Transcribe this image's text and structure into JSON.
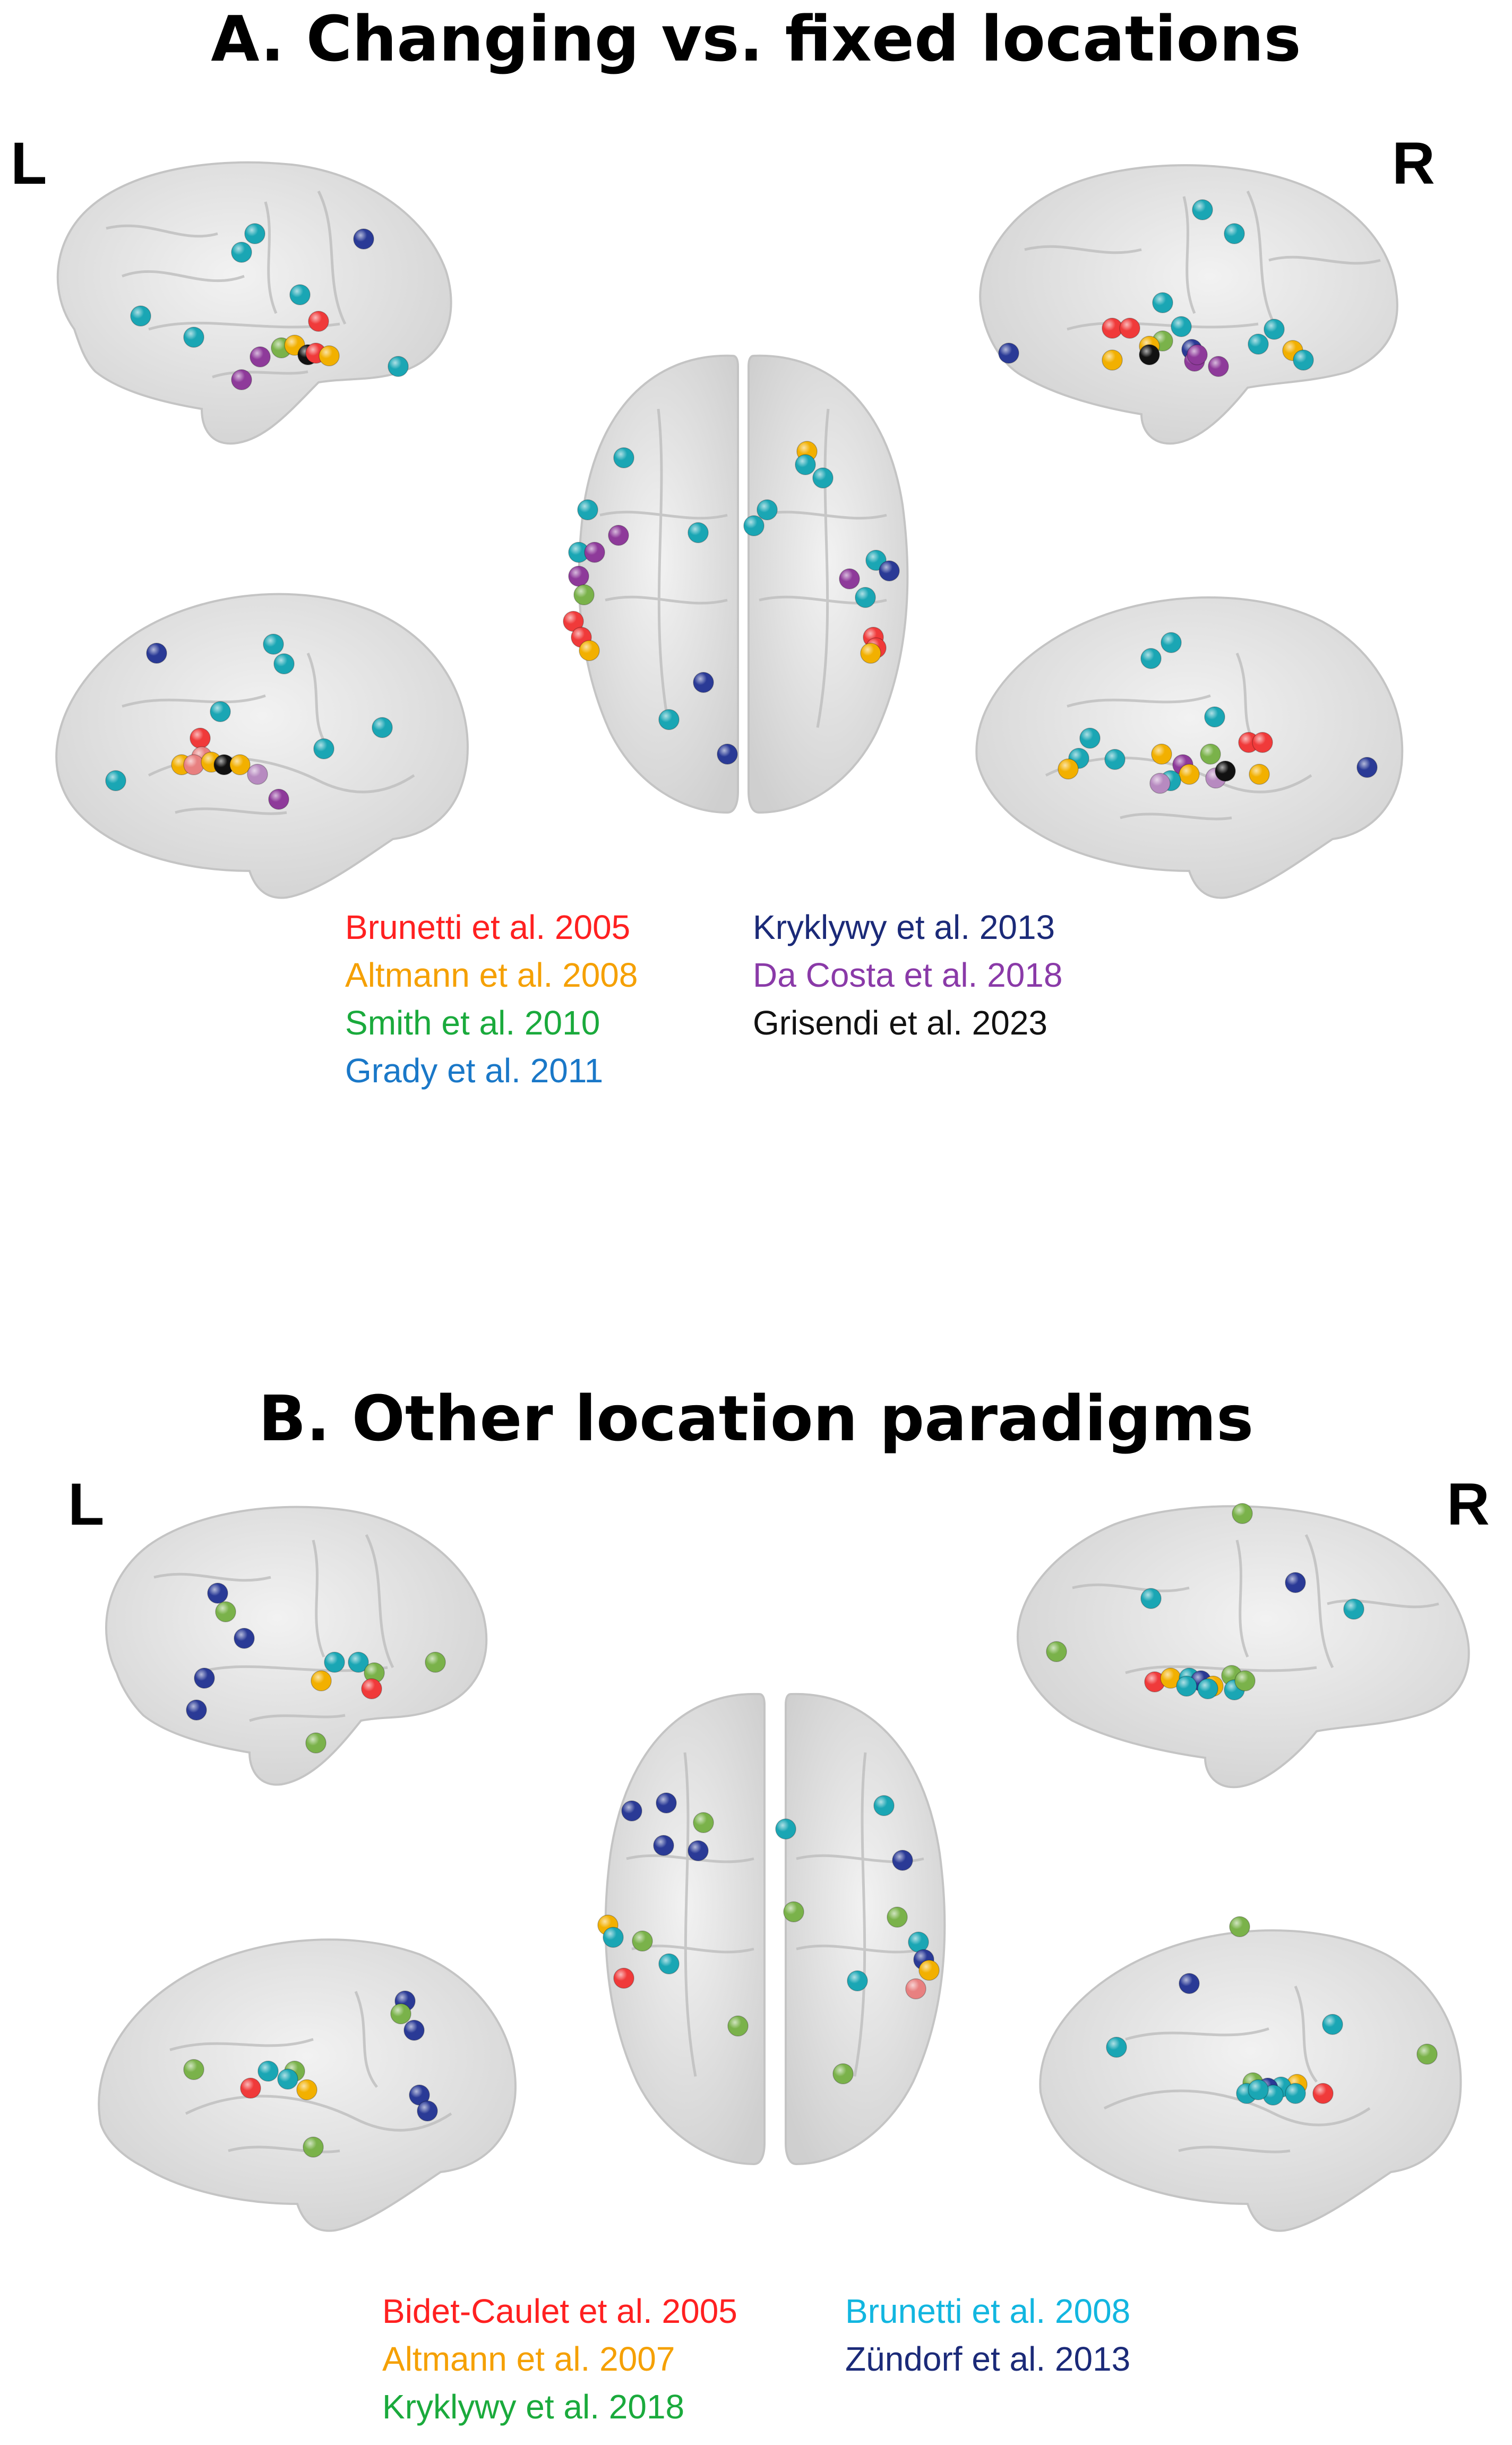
{
  "panel_a": {
    "title": "A. Changing vs. fixed locations",
    "left_label": "L",
    "right_label": "R",
    "legend": [
      {
        "label": "Brunetti et al. 2005",
        "color": "#ff2020"
      },
      {
        "label": "Altmann et al. 2008",
        "color": "#f5a000"
      },
      {
        "label": "Smith et al. 2010",
        "color": "#1aaa3c"
      },
      {
        "label": "Grady et al. 2011",
        "color": "#1a78c8"
      },
      {
        "label": "Kryklywy et al. 2013",
        "color": "#1b2a78"
      },
      {
        "label": "Da Costa et al. 2018",
        "color": "#8a3aa8"
      },
      {
        "label": "Grisendi et al. 2023",
        "color": "#111111"
      }
    ]
  },
  "panel_b": {
    "title": "B. Other location paradigms",
    "left_label": "L",
    "right_label": "R",
    "legend": [
      {
        "label": "Bidet-Caulet et al. 2005",
        "color": "#ff2020"
      },
      {
        "label": "Altmann et al. 2007",
        "color": "#f5a000"
      },
      {
        "label": "Kryklywy et al. 2018",
        "color": "#1aaa3c"
      },
      {
        "label": "Brunetti et al. 2008",
        "color": "#12b6e0"
      },
      {
        "label": "Zündorf et al. 2013",
        "color": "#1b2a78"
      }
    ]
  },
  "sphere_colors": {
    "red": "#f03a3a",
    "orange": "#f2b000",
    "green": "#7ab24a",
    "cyan": "#1aa6b4",
    "navy": "#2a3a96",
    "purple": "#8e3a9a",
    "black": "#111111",
    "pink": "#e88080",
    "lightpurple": "#b78ac0"
  }
}
